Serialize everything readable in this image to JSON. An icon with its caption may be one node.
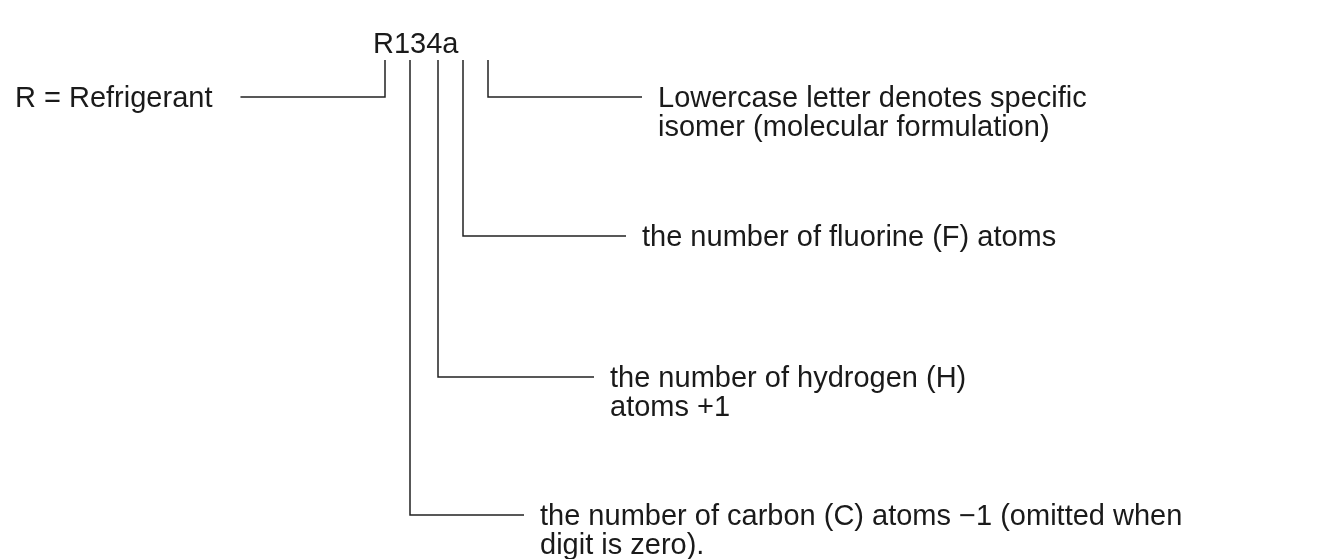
{
  "diagram": {
    "nodes": [
      {
        "text": [
          "R134a"
        ]
      },
      {
        "text": [
          "R = Refrigerant"
        ]
      },
      {
        "text": [
          "Lowercase letter denotes specific isomer (molecular formulation)"
        ]
      },
      {
        "text": [
          "the number of fluorine (F) atoms"
        ]
      },
      {
        "text": [
          "the number of hydrogen (H) atoms +1"
        ]
      },
      {
        "text": [
          "the number of carbon (C) atoms −1 (omitted when digit is zero)."
        ]
      }
    ],
    "edges": [
      {
        "from": 1,
        "to": 0,
        "arrow": "none"
      },
      {
        "from": 2,
        "to": 0,
        "arrow": "none"
      },
      {
        "from": 3,
        "to": 0,
        "arrow": "none"
      },
      {
        "from": 4,
        "to": 0,
        "arrow": "none"
      },
      {
        "from": 5,
        "to": 0,
        "arrow": "none"
      }
    ]
  }
}
